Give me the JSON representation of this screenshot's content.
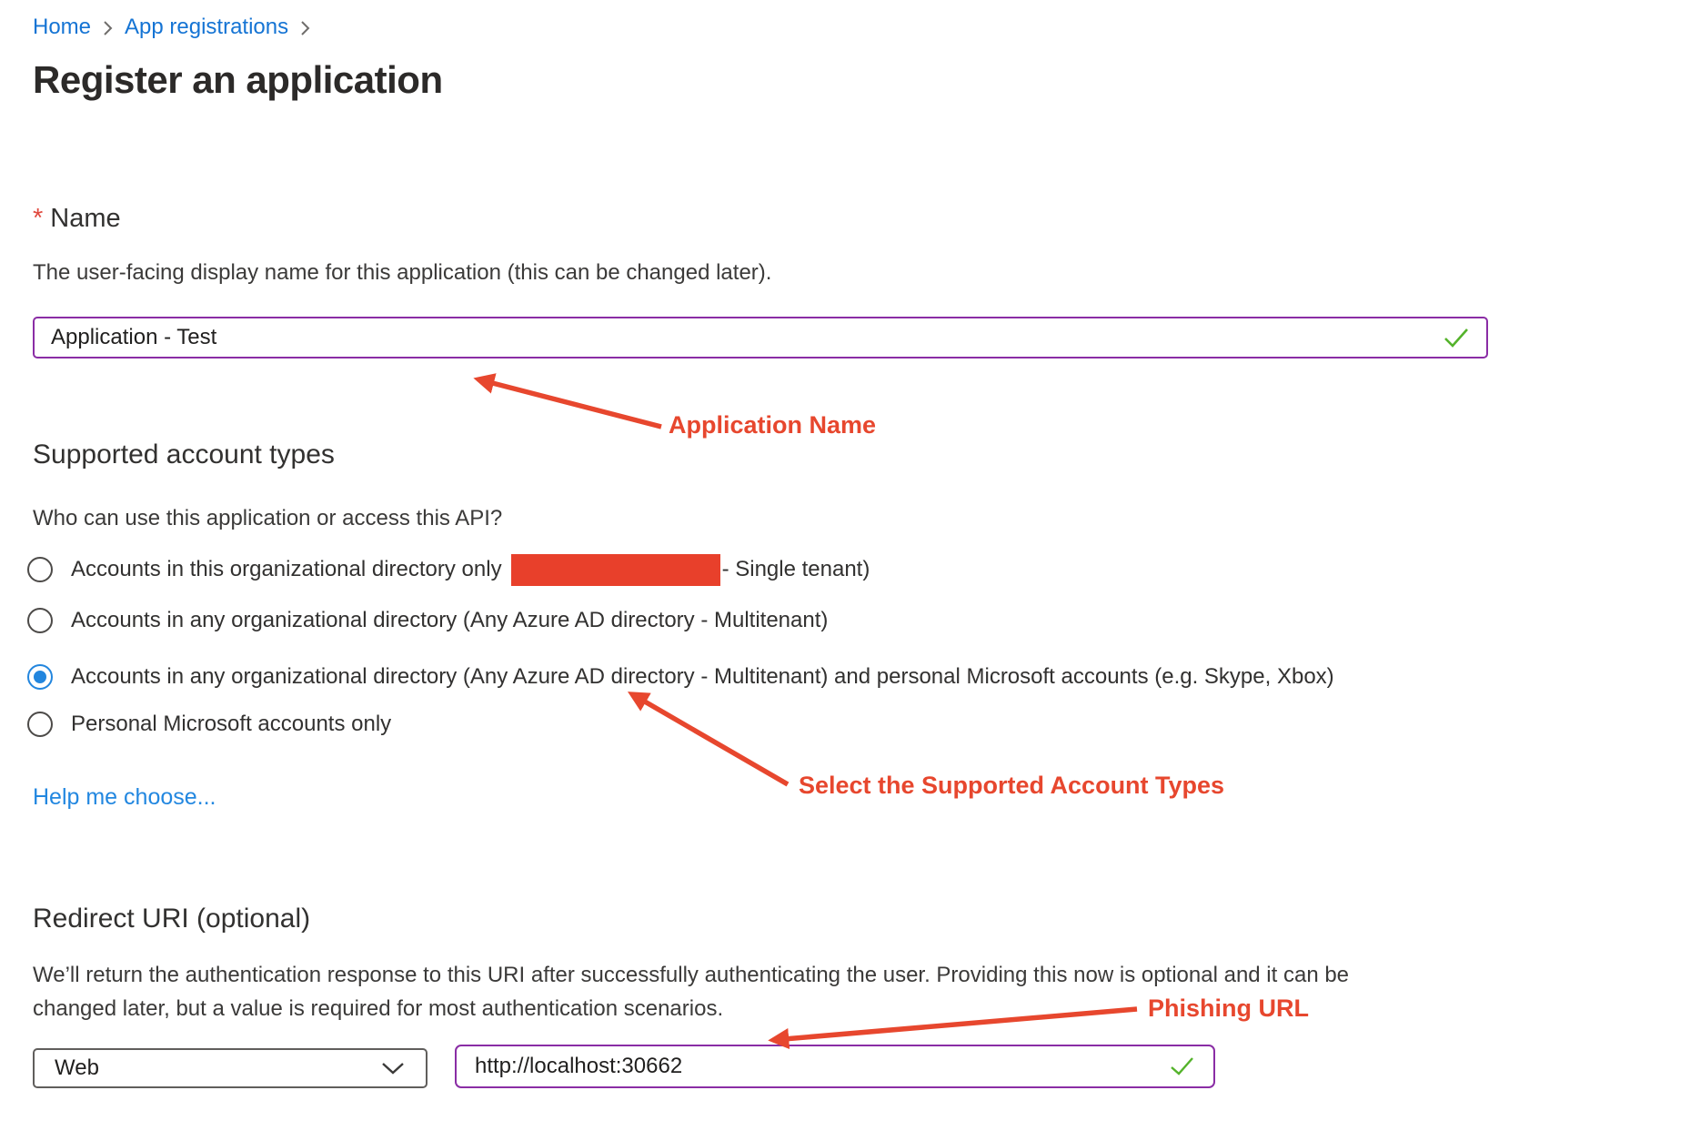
{
  "breadcrumb": {
    "items": [
      {
        "label": "Home"
      },
      {
        "label": "App registrations"
      }
    ]
  },
  "page": {
    "title": "Register an application"
  },
  "name_section": {
    "required_marker": "*",
    "label": "Name",
    "description": "The user-facing display name for this application (this can be changed later).",
    "input_value": "Application - Test"
  },
  "account_types": {
    "heading": "Supported account types",
    "question": "Who can use this application or access this API?",
    "options": [
      {
        "label_before": "Accounts in this organizational directory only",
        "label_after": "- Single tenant)",
        "redacted": true,
        "selected": false
      },
      {
        "label_before": "Accounts in any organizational directory (Any Azure AD directory - Multitenant)",
        "label_after": "",
        "redacted": false,
        "selected": false
      },
      {
        "label_before": "Accounts in any organizational directory (Any Azure AD directory - Multitenant) and personal Microsoft accounts (e.g. Skype, Xbox)",
        "label_after": "",
        "redacted": false,
        "selected": true
      },
      {
        "label_before": "Personal Microsoft accounts only",
        "label_after": "",
        "redacted": false,
        "selected": false
      }
    ],
    "help_link": "Help me choose..."
  },
  "redirect_uri": {
    "heading": "Redirect URI (optional)",
    "description_line1": "We’ll return the authentication response to this URI after successfully authenticating the user. Providing this now is optional and it can be",
    "description_line2": "changed later, but a value is required for most authentication scenarios.",
    "platform_value": "Web",
    "uri_value": "http://localhost:30662"
  },
  "annotations": {
    "application_name": "Application Name",
    "account_types": "Select the Supported Account Types",
    "phishing_url": "Phishing URL"
  },
  "icons": {
    "breadcrumb_separator": "chevron-right",
    "platform_dropdown": "chevron-down",
    "validation": "green-check"
  },
  "colors": {
    "link_blue": "#1574d4",
    "help_link_blue": "#2287e0",
    "annotation_red": "#e7472e",
    "redaction_red": "#e8402b",
    "input_border_purple": "#8a2da5",
    "valid_green": "#54b32b",
    "radio_selected_blue": "#2386de",
    "text_dark": "#323130"
  }
}
